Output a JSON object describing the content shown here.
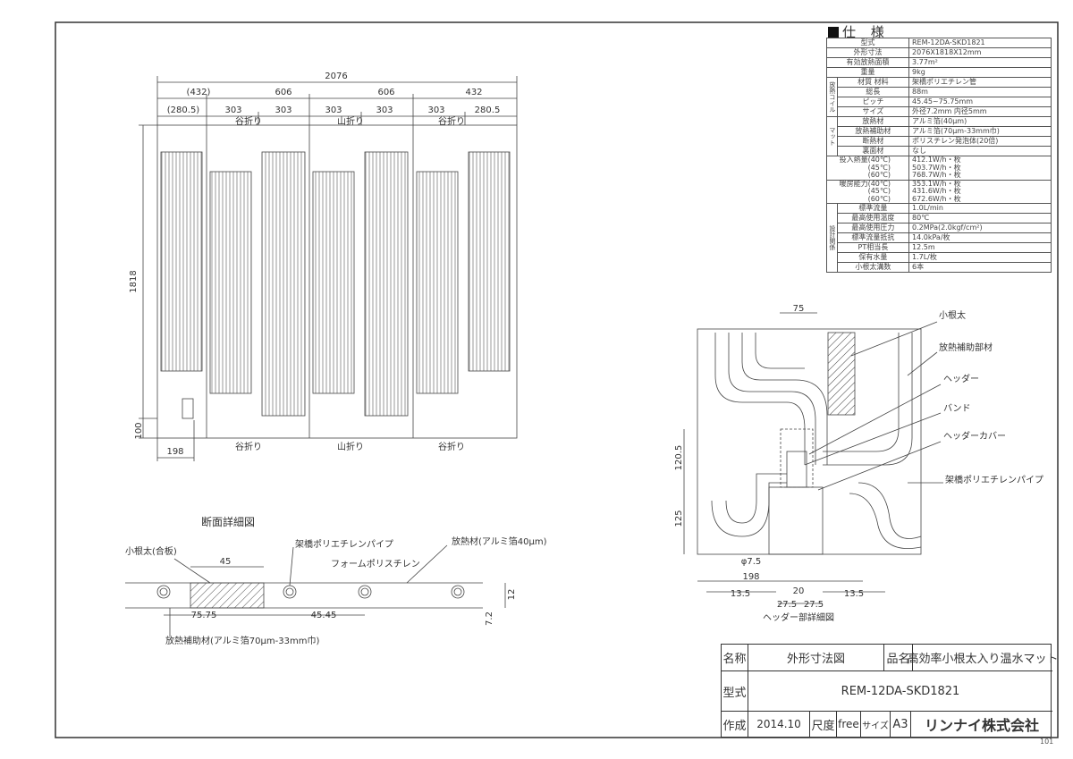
{
  "spec": {
    "title": "仕 様",
    "rows": [
      {
        "key": "型式",
        "value": "REM-12DA-SKD1821"
      },
      {
        "key": "外形寸法",
        "value": "2076X1818X12mm"
      },
      {
        "key": "有効放熱面積",
        "value": "3.77m²"
      },
      {
        "key": "重量",
        "value": "9kg"
      }
    ],
    "coil_group": "放熱コイル",
    "coil_rows": [
      {
        "key": "材質 材料",
        "value": "架橋ポリエチレン管"
      },
      {
        "key": "総長",
        "value": "88m"
      },
      {
        "key": "ピッチ",
        "value": "45.45~75.75mm"
      },
      {
        "key": "サイズ",
        "value": "外径7.2mm 内径5mm"
      }
    ],
    "mat_group": "マット",
    "mat_rows": [
      {
        "key": "放熱材",
        "value": "アルミ箔(40μm)"
      },
      {
        "key": "放熱補助材",
        "value": "アルミ箔(70μm-33mm巾)"
      },
      {
        "key": "断熱材",
        "value": "ポリスチレン発泡体(20倍)"
      },
      {
        "key": "裏面材",
        "value": "なし"
      }
    ],
    "heat_input": {
      "key": "投入熱量(40℃)\n(45℃)\n(60℃)",
      "value": "412.1W/h・枚\n503.7W/h・枚\n768.7W/h・枚"
    },
    "heating_capacity": {
      "key": "暖房能力(40℃)\n(45℃)\n(60℃)",
      "value": "353.1W/h・枚\n431.6W/h・枚\n672.6W/h・枚"
    },
    "design_group": "設計関係",
    "design_rows": [
      {
        "key": "標準流量",
        "value": "1.0L/min"
      },
      {
        "key": "最高使用温度",
        "value": "80℃"
      },
      {
        "key": "最高使用圧力",
        "value": "0.2MPa(2.0kgf/cm²)"
      },
      {
        "key": "標準流量抵抗",
        "value": "14.0kPa/枚"
      },
      {
        "key": "PT相当長",
        "value": "12.5m"
      },
      {
        "key": "保有水量",
        "value": "1.7L/枚"
      },
      {
        "key": "小根太溝数",
        "value": "6本"
      }
    ]
  },
  "plan": {
    "dims": [
      "2076",
      "(432)",
      "606",
      "606",
      "432",
      "(280.5)",
      "303",
      "303",
      "303",
      "303",
      "303",
      "280.5",
      "1818",
      "100",
      "198"
    ],
    "folds": [
      "谷折り",
      "山折り",
      "谷折り",
      "谷折り",
      "山折り",
      "谷折り"
    ]
  },
  "header_detail": {
    "caption": "ヘッダー部詳細図",
    "labels": [
      "小根太",
      "放熱補助部材",
      "ヘッダー",
      "バンド",
      "ヘッダーカバー",
      "架橋ポリエチレンパイプ"
    ],
    "dims": [
      "75",
      "120.5",
      "125",
      "φ7.5",
      "198",
      "13.5",
      "20",
      "13.5",
      "27.5",
      "27.5"
    ]
  },
  "section": {
    "caption": "断面詳細図",
    "labels": [
      "小根太(合板)",
      "架橋ポリエチレンパイプ",
      "放熱材(アルミ箔40μm)",
      "フォームポリスチレン",
      "放熱補助材(アルミ箔70μm-33mm巾)"
    ],
    "dims": [
      "45",
      "75.75",
      "45.45",
      "12",
      "7.2"
    ]
  },
  "title_block": {
    "name_label": "名称",
    "name": "外形寸法図",
    "product_label": "品名",
    "product": "高効率小根太入り温水マット",
    "model_label": "型式",
    "model": "REM-12DA-SKD1821",
    "created_label": "作成",
    "created": "2014.10",
    "scale_label": "尺度",
    "scale": "free",
    "size_label": "サイズ",
    "size": "A3",
    "company": "リンナイ株式会社",
    "sheet_no": "101"
  }
}
